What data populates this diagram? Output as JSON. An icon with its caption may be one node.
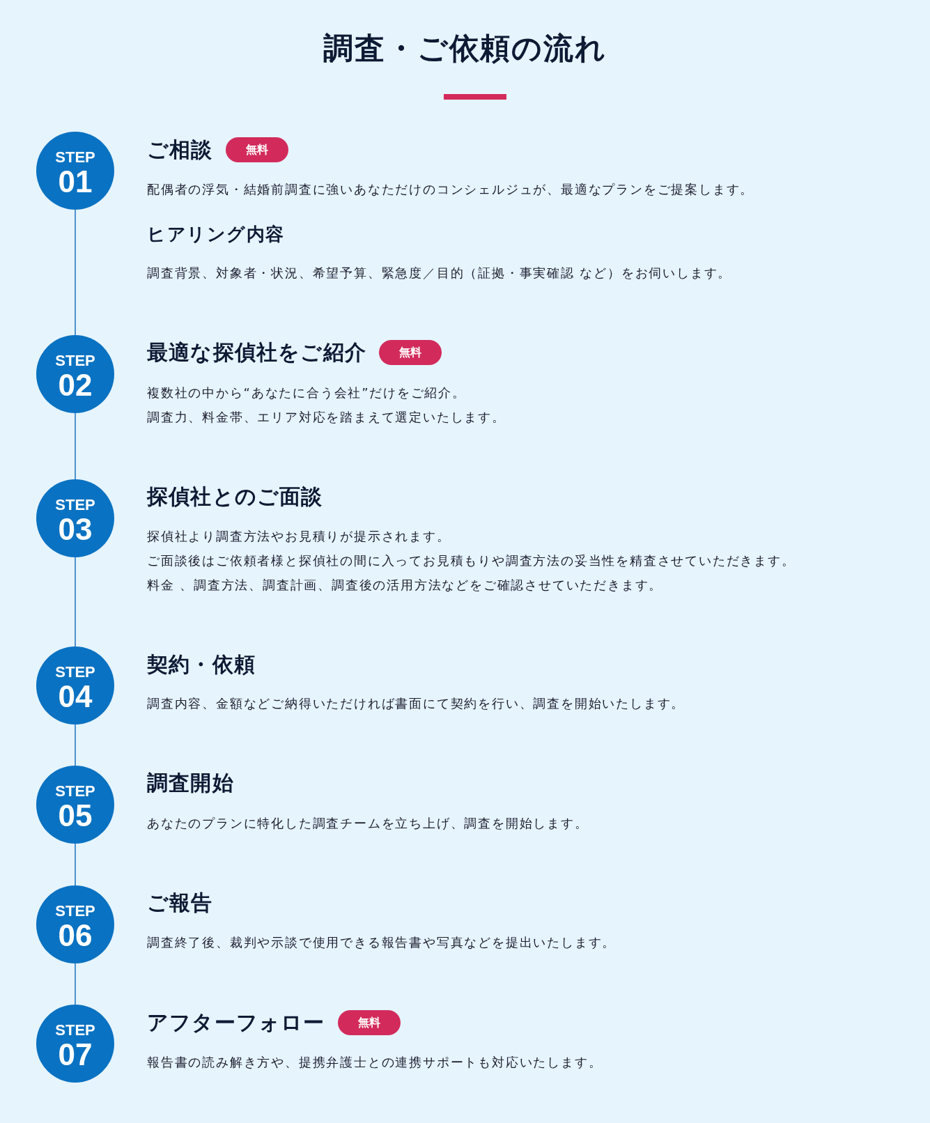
{
  "diagram": {
    "title": "調査・ご依頼の流れ",
    "nodes": [
      {
        "text": [
          "STEP",
          "01"
        ],
        "beside": [
          "ご相談",
          "配偶者の浮気・結婚前調査に強いあなただけのコンシェルジュが、最適なプランをご提案します。",
          "ヒアリング内容",
          "調査背景、対象者・状況、希望予算、緊急度／目的（証拠・事実確認 など）をお伺いします。"
        ]
      },
      {
        "text": [
          "無料"
        ]
      },
      {
        "text": [
          "STEP",
          "02"
        ],
        "beside": [
          "最適な探偵社をご紹介",
          "複数社の中から“あなたに合う会社”だけをご紹介。",
          "調査力、料金帯、エリア対応を踏まえて選定いたします。"
        ]
      },
      {
        "text": [
          "無料"
        ]
      },
      {
        "text": [
          "STEP",
          "03"
        ],
        "beside": [
          "探偵社とのご面談",
          "探偵社より調査方法やお見積りが提示されます。",
          "ご面談後はご依頼者様と探偵社の間に入ってお見積もりや調査方法の妥当性を精査させていただきます。",
          "料金 、調査方法、調査計画、調査後の活用方法などをご確認させていただきます。"
        ]
      },
      {
        "text": [
          "STEP",
          "04"
        ],
        "beside": [
          "契約・依頼",
          "調査内容、金額などご納得いただければ書面にて契約を行い、調査を開始いたします。"
        ]
      },
      {
        "text": [
          "STEP",
          "05"
        ],
        "beside": [
          "調査開始",
          "あなたのプランに特化した調査チームを立ち上げ、調査を開始します。"
        ]
      },
      {
        "text": [
          "STEP",
          "06"
        ],
        "beside": [
          "ご報告",
          "調査終了後、裁判や示談で使用できる報告書や写真などを提出いたします。"
        ]
      },
      {
        "text": [
          "STEP",
          "07"
        ],
        "beside": [
          "アフターフォロー",
          "報告書の読み解き方や、提携弁護士との連携サポートも対応いたします。"
        ]
      },
      {
        "text": [
          "無料"
        ]
      }
    ],
    "edges": [
      {
        "from": 0,
        "to": 2,
        "arrow": "none"
      },
      {
        "from": 2,
        "to": 4,
        "arrow": "none"
      },
      {
        "from": 4,
        "to": 5,
        "arrow": "none"
      },
      {
        "from": 5,
        "to": 6,
        "arrow": "none"
      },
      {
        "from": 6,
        "to": 7,
        "arrow": "none"
      },
      {
        "from": 7,
        "to": 8,
        "arrow": "none"
      }
    ]
  }
}
